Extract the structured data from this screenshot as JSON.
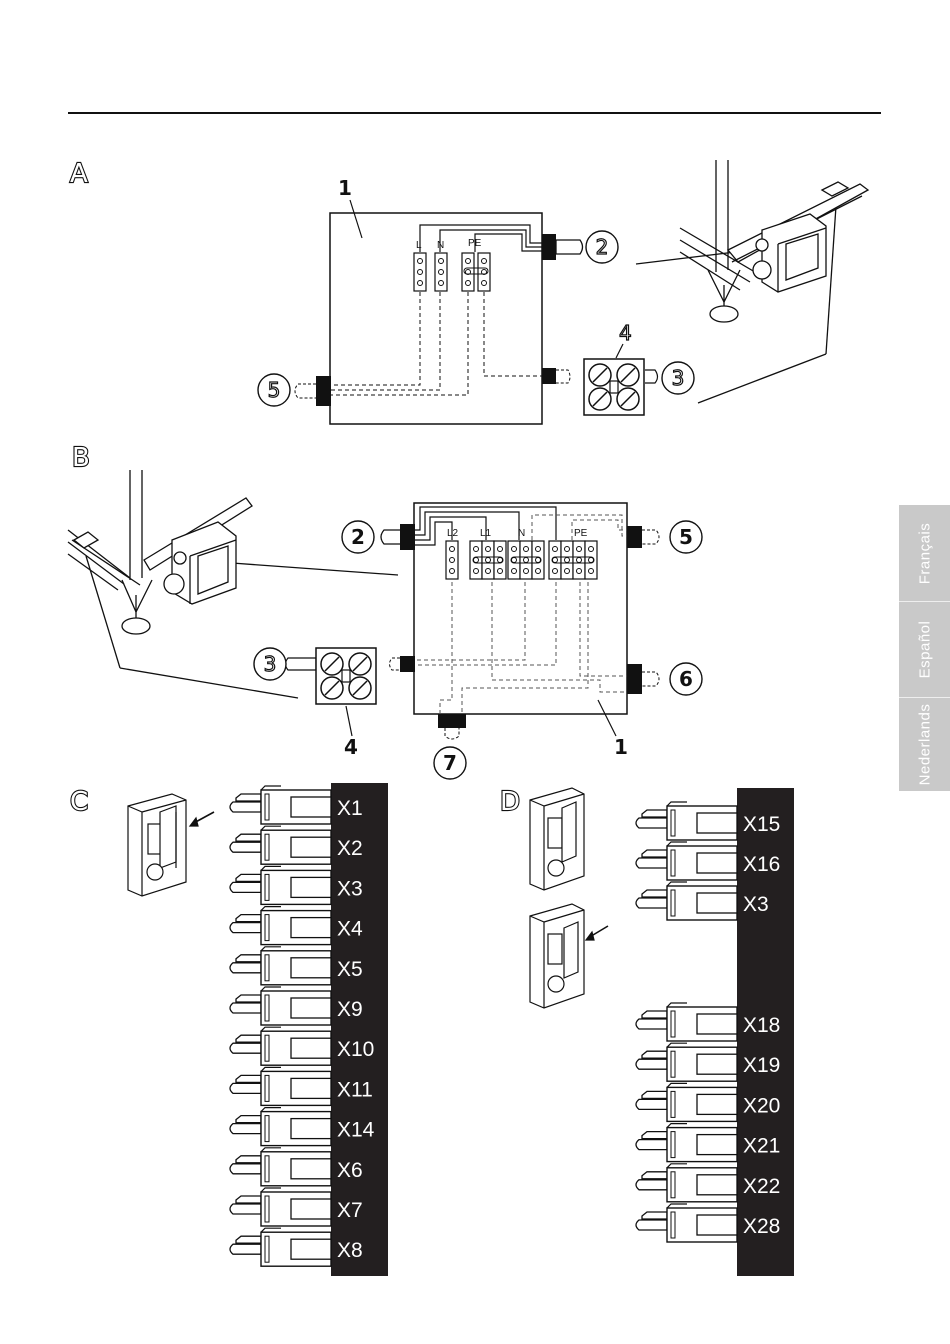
{
  "sections": {
    "a": "A",
    "b": "B",
    "c": "C",
    "d": "D"
  },
  "diagram_a": {
    "callouts": {
      "box": "1",
      "cable_right": "2",
      "cable_lower": "3",
      "connector": "4",
      "cable_left": "5"
    },
    "terminals": {
      "l": "L",
      "n": "N",
      "pe": "PE"
    }
  },
  "diagram_b": {
    "callouts": {
      "cable_left": "2",
      "cable_lower_left": "3",
      "connector": "4",
      "cable_right_top": "5",
      "cable_right_mid": "6",
      "cable_bottom": "7",
      "box": "1"
    },
    "terminals": {
      "l2": "L2",
      "l1": "L1",
      "n": "N",
      "pe": "PE"
    }
  },
  "section_c": {
    "connectors": [
      "X1",
      "X2",
      "X3",
      "X4",
      "X5",
      "X9",
      "X10",
      "X11",
      "X14",
      "X6",
      "X7",
      "X8"
    ]
  },
  "section_d": {
    "connectors_top": [
      "X15",
      "X16",
      "X3"
    ],
    "connectors_bottom": [
      "X18",
      "X19",
      "X20",
      "X21",
      "X22",
      "X28"
    ]
  },
  "language_tabs": [
    "Français",
    "Español",
    "Nederlands"
  ]
}
